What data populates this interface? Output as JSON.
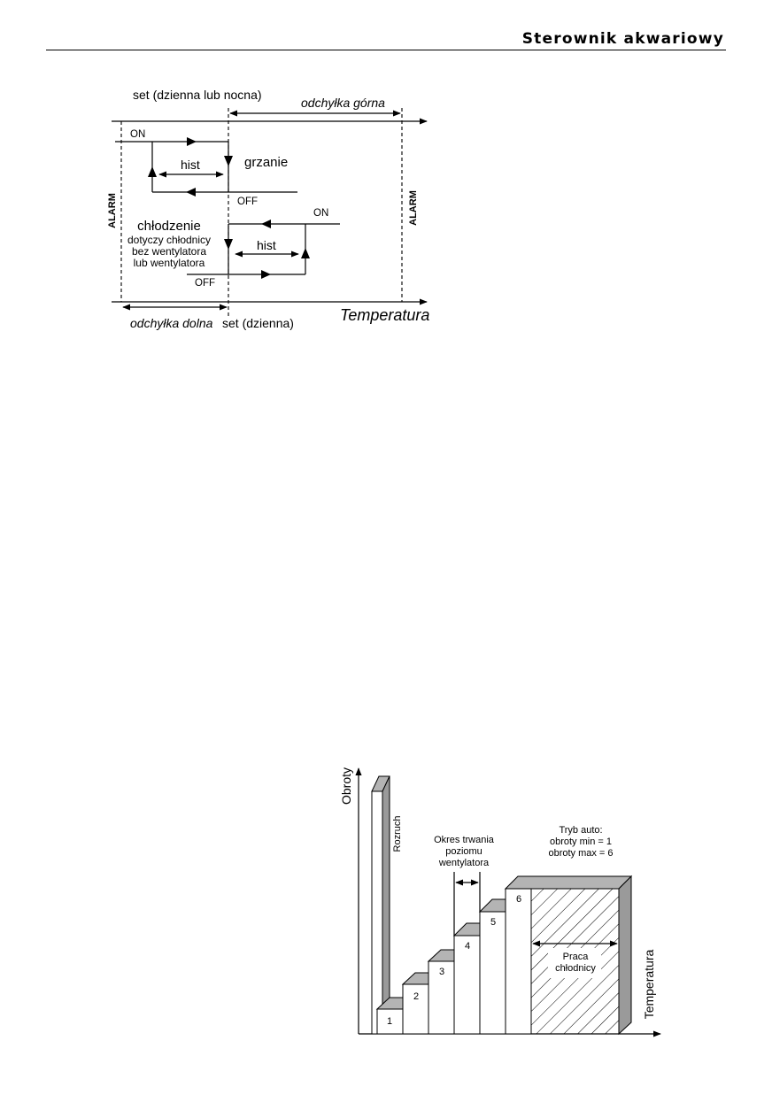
{
  "header": {
    "title": "Sterownik akwariowy"
  },
  "hysteresis_diagram": {
    "set_top": "set (dzienna lub nocna)",
    "dev_upper": "odchyłka górna",
    "on_heat": "ON",
    "heating": "grzanie",
    "hist_heat": "hist",
    "off_heat": "OFF",
    "alarm_left": "ALARM",
    "alarm_right": "ALARM",
    "on_cool": "ON",
    "cooling": "chłodzenie",
    "cool_note_1": "dotyczy chłodnicy",
    "cool_note_2": "bez wentylatora",
    "cool_note_3": "lub wentylatora",
    "hist_cool": "hist",
    "off_cool": "OFF",
    "temperature": "Temperatura",
    "dev_lower": "odchyłka dolna",
    "set_bottom": "set (dzienna)"
  },
  "fan_diagram": {
    "y_axis": "Obroty",
    "x_axis": "Temperatura",
    "startup": "Rozruch",
    "duration_1": "Okres trwania",
    "duration_2": "poziomu",
    "duration_3": "wentylatora",
    "auto_1": "Tryb auto:",
    "auto_2": "obroty min = 1",
    "auto_3": "obroty max = 6",
    "cooler_1": "Praca",
    "cooler_2": "chłodnicy",
    "levels": [
      "1",
      "2",
      "3",
      "4",
      "5",
      "6"
    ]
  },
  "colors": {
    "ink": "#000000",
    "shade": "#b4b4b4",
    "shade_dark": "#9a9a9a"
  }
}
